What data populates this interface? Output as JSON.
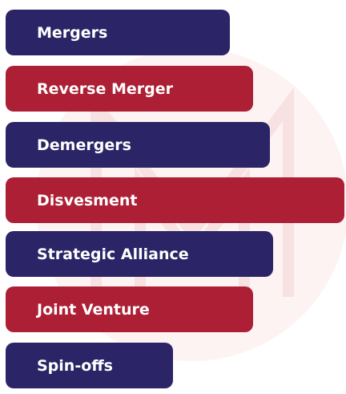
{
  "colors": {
    "navy": "#2b2466",
    "red": "#ac1f34",
    "watermark": "#f6dcdc"
  },
  "watermark_icon": "m-monogram-logo",
  "items": [
    {
      "label": "Mergers",
      "color": "navy"
    },
    {
      "label": "Reverse Merger",
      "color": "red"
    },
    {
      "label": "Demergers",
      "color": "navy"
    },
    {
      "label": "Disvesment",
      "color": "red"
    },
    {
      "label": "Strategic Alliance",
      "color": "navy"
    },
    {
      "label": "Joint Venture",
      "color": "red"
    },
    {
      "label": "Spin-offs",
      "color": "navy"
    }
  ]
}
